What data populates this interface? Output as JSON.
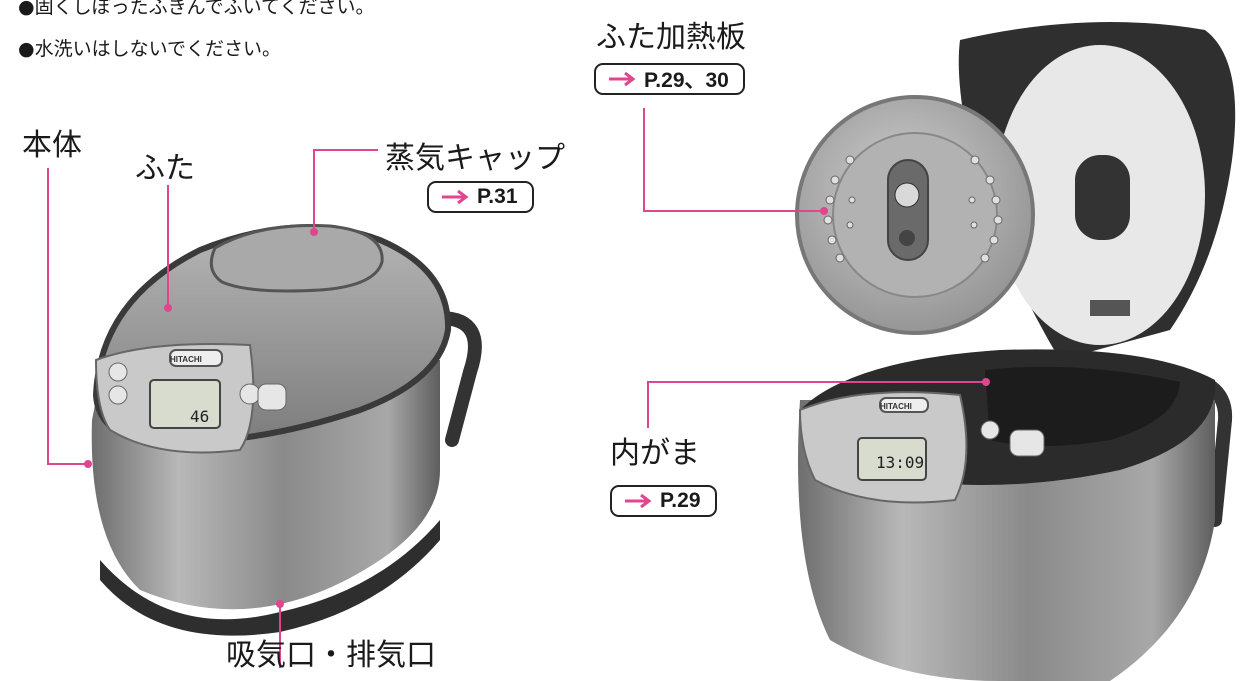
{
  "notes": [
    "●固くしぼったふきんでふいてください。",
    "●水洗いはしないでください。"
  ],
  "labels": {
    "hontai": "本体",
    "futa": "ふた",
    "steam_cap": "蒸気キャップ",
    "vents": "吸気口・排気口",
    "lid_plate": "ふた加熱板",
    "inner_pot": "内がま"
  },
  "refs": {
    "steam_cap": "P.31",
    "lid_plate": "P.29、30",
    "inner_pot": "P.29"
  },
  "product": {
    "brand": "HITACHI",
    "display_left": "46",
    "display_right": "13:09"
  },
  "colors": {
    "leader": "#e0458f",
    "body": "#8f8f8f",
    "dark": "#3a3a3a"
  }
}
